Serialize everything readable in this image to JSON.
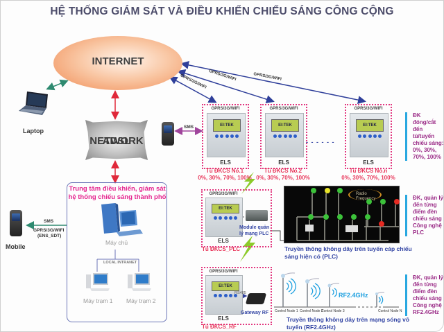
{
  "title": "HỆ THỐNG GIÁM SÁT VÀ ĐIỀU KHIỂN CHIẾU SÁNG CÔNG CỘNG",
  "internet": {
    "label": "INTERNET"
  },
  "adsl": {
    "label_line1": "ADSL",
    "label_line2": "NETWORK"
  },
  "laptop": {
    "label": "Laptop"
  },
  "sms_link": {
    "label": "SMS"
  },
  "wireless_links": [
    "GPRS/3G/WIFI",
    "GPRS/3G/WIFI",
    "GPRS/3G/WIFI"
  ],
  "cabinets": [
    {
      "top_label": "GPRS/3G/WIFI",
      "screen": "EI:TEK",
      "model": "ELS",
      "name": "Tủ ĐKCS No.1",
      "levels": "0%, 30%, 70%, 100%"
    },
    {
      "top_label": "GPRS/3G/WIFI",
      "screen": "EI:TEK",
      "model": "ELS",
      "name": "Tủ ĐKCS No.2",
      "levels": "0%, 30%, 70%, 100%"
    },
    {
      "top_label": "GPRS/3G/WIFI",
      "screen": "EI:TEK",
      "model": "ELS",
      "name": "Tủ ĐKCS No.n",
      "levels": "0%, 30%, 70%, 100%"
    }
  ],
  "ellipsis": "- - - - - -",
  "side_notes": {
    "cabinet": [
      "ĐK đóng/cắt",
      "đến tủ/tuyến",
      "chiếu sáng:",
      "0%, 30%,",
      "70%, 100%"
    ],
    "plc": [
      "ĐK, quản lý",
      "đến từng",
      "điểm đèn",
      "chiếu sáng",
      "Công nghệ",
      "PLC"
    ],
    "rf": [
      "ĐK, quản lý",
      "đến từng",
      "điểm đèn",
      "chiếu sáng",
      "Công nghệ",
      "RF2.4GHz"
    ]
  },
  "control_center": {
    "title_line1": "Trung tâm điều khiển, giám sát",
    "title_line2": "hệ thống chiếu sáng thành phố",
    "server_label": "Máy chủ",
    "intranet_label": "LOCAL INTRANET",
    "workstations": [
      "Máy trạm 1",
      "Máy trạm 2"
    ]
  },
  "mobile": {
    "label": "Mobile",
    "link_line1": "SMS",
    "link_line2": "GPRS/3G/WIFI",
    "link_line3": "(ENS_SDT)"
  },
  "plc_section": {
    "top_label": "GPRS/3G/WIFI",
    "screen": "EI:TEK",
    "model": "ELS",
    "module_line1": "Module quản",
    "module_line2": "lý mạng PLC",
    "cabinet_name": "Tủ ĐKCS_PLC",
    "panel_label_line1": "Radio",
    "panel_label_line2": "Frequency",
    "caption_line1": "Truyền thông không dây trên tuyến cáp chiếu",
    "caption_line2": "sáng hiện có (PLC)",
    "lamp_status_row1": [
      "green",
      "yellow",
      "green",
      "green",
      "green",
      "red"
    ],
    "lamp_status_row2": [
      "green",
      "green",
      "green",
      "green",
      "green",
      "red"
    ]
  },
  "rf_section": {
    "top_label": "GPRS/3G/WIFI",
    "screen": "EI:TEK",
    "model": "ELS",
    "rs485": "RS485",
    "gateway": "Gateway RF",
    "cabinet_name": "Tủ ĐKCS_RF",
    "rf_label": "RF2.4GHz",
    "nodes": [
      "Control Node 1",
      "Control Node 2",
      "Control Node 3",
      "Control Node N"
    ],
    "caption_line1": "Truyền thông không dây trên mạng sóng vô",
    "caption_line2": "tuyến (RF2.4GHz)"
  },
  "colors": {
    "title": "#4c4c6a",
    "cabinet_border": "#e2377f",
    "cabinet_name": "#e8365a",
    "wireless_arrow": "#2f3f9a",
    "sms_arrow": "#a0459c",
    "adsl_arrow": "#e0283a",
    "laptop_arrow": "#2e8a70",
    "side_note": "#9a2a86",
    "side_bar": "#29a8e0",
    "center_title": "#e5258f",
    "caption": "#3345a4"
  }
}
